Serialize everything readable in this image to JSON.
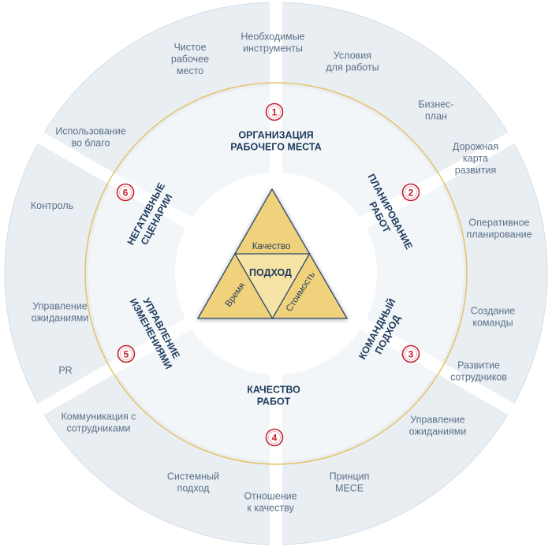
{
  "colors": {
    "outer_ring": "#e9eef3",
    "inner_ring": "#f3f6f9",
    "separator": "#ffffff",
    "gold_circle": "#e5c366",
    "triangle_fill": "#f1d27b",
    "triangle_stroke": "#2b466d",
    "badge_stroke": "#c41f2d",
    "text_dark": "#1f3c5e",
    "text_light": "#5b7186"
  },
  "center": {
    "top": "Качество",
    "middle": "ПОДХОД",
    "left": "Время",
    "right": "Стоимость"
  },
  "sectors": [
    {
      "number": "1",
      "title": [
        "ОРГАНИЗАЦИЯ",
        "РАБОЧЕГО МЕСТА"
      ],
      "items": [
        [
          "Чистое",
          "рабочее",
          "место"
        ],
        [
          "Необходимые",
          "инструменты"
        ],
        [
          "Условия",
          "для работы"
        ]
      ]
    },
    {
      "number": "2",
      "title": [
        "ПЛАНИРОВАНИЕ",
        "РАБОТ"
      ],
      "items": [
        [
          "Бизнес-",
          "план"
        ],
        [
          "Дорожная",
          "карта",
          "развития"
        ],
        [
          "Оперативное",
          "планирование"
        ]
      ]
    },
    {
      "number": "3",
      "title": [
        "КОМАНДНЫЙ",
        "ПОДХОД"
      ],
      "items": [
        [
          "Создание",
          "команды"
        ],
        [
          "Развитие",
          "сотрудников"
        ],
        [
          "Управление",
          "ожиданиями"
        ]
      ]
    },
    {
      "number": "4",
      "title": [
        "КАЧЕСТВО",
        "РАБОТ"
      ],
      "items": [
        [
          "Системный",
          "подход"
        ],
        [
          "Отношение",
          "к качеству"
        ],
        [
          "Принцип",
          "МЕСЕ"
        ]
      ]
    },
    {
      "number": "5",
      "title": [
        "УПРАВЛЕНИЕ",
        "ИЗМЕНЕНИЯМИ"
      ],
      "items": [
        [
          "Управление",
          "ожиданиями"
        ],
        [
          "PR"
        ],
        [
          "Коммуникация с",
          "сотрудниками"
        ]
      ]
    },
    {
      "number": "6",
      "title": [
        "НЕГАТИВНЫЕ",
        "СЦЕНАРИИ"
      ],
      "items": [
        [
          "Использование",
          "во благо"
        ],
        [
          "Контроль"
        ]
      ]
    }
  ]
}
